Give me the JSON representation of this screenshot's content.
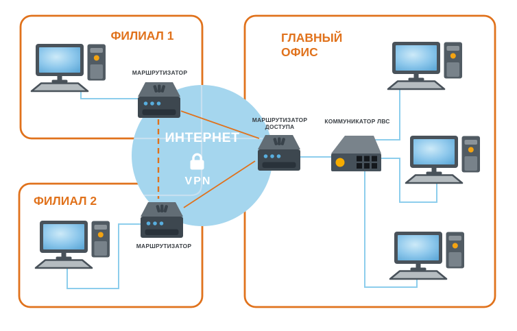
{
  "diagram": {
    "branch1": {
      "title": "ФИЛИАЛ 1",
      "router_label": "МАРШРУТИЗАТОР"
    },
    "branch2": {
      "title": "ФИЛИАЛ 2",
      "router_label": "МАРШРУТИЗАТОР"
    },
    "main_office": {
      "title": "ГЛАВНЫЙ ОФИС",
      "access_router_label": "МАРШРУТИЗАТОР ДОСТУПА",
      "switch_label": "КОММУНИКАТОР ЛВС"
    },
    "internet": {
      "label": "ИНТЕРНЕТ",
      "vpn_label": "VPN"
    },
    "colors": {
      "accent_orange": "#e0721c",
      "cloud_blue": "#a5d6ee",
      "cable_blue": "#8ccdec",
      "device_dark": "#49525a",
      "device_face": "#3d474f",
      "led_blue": "#58aede",
      "button_yellow": "#f3a312",
      "screen_blue": "#6fb6e2",
      "label_text": "#3a3f44",
      "background": "#ffffff"
    }
  }
}
